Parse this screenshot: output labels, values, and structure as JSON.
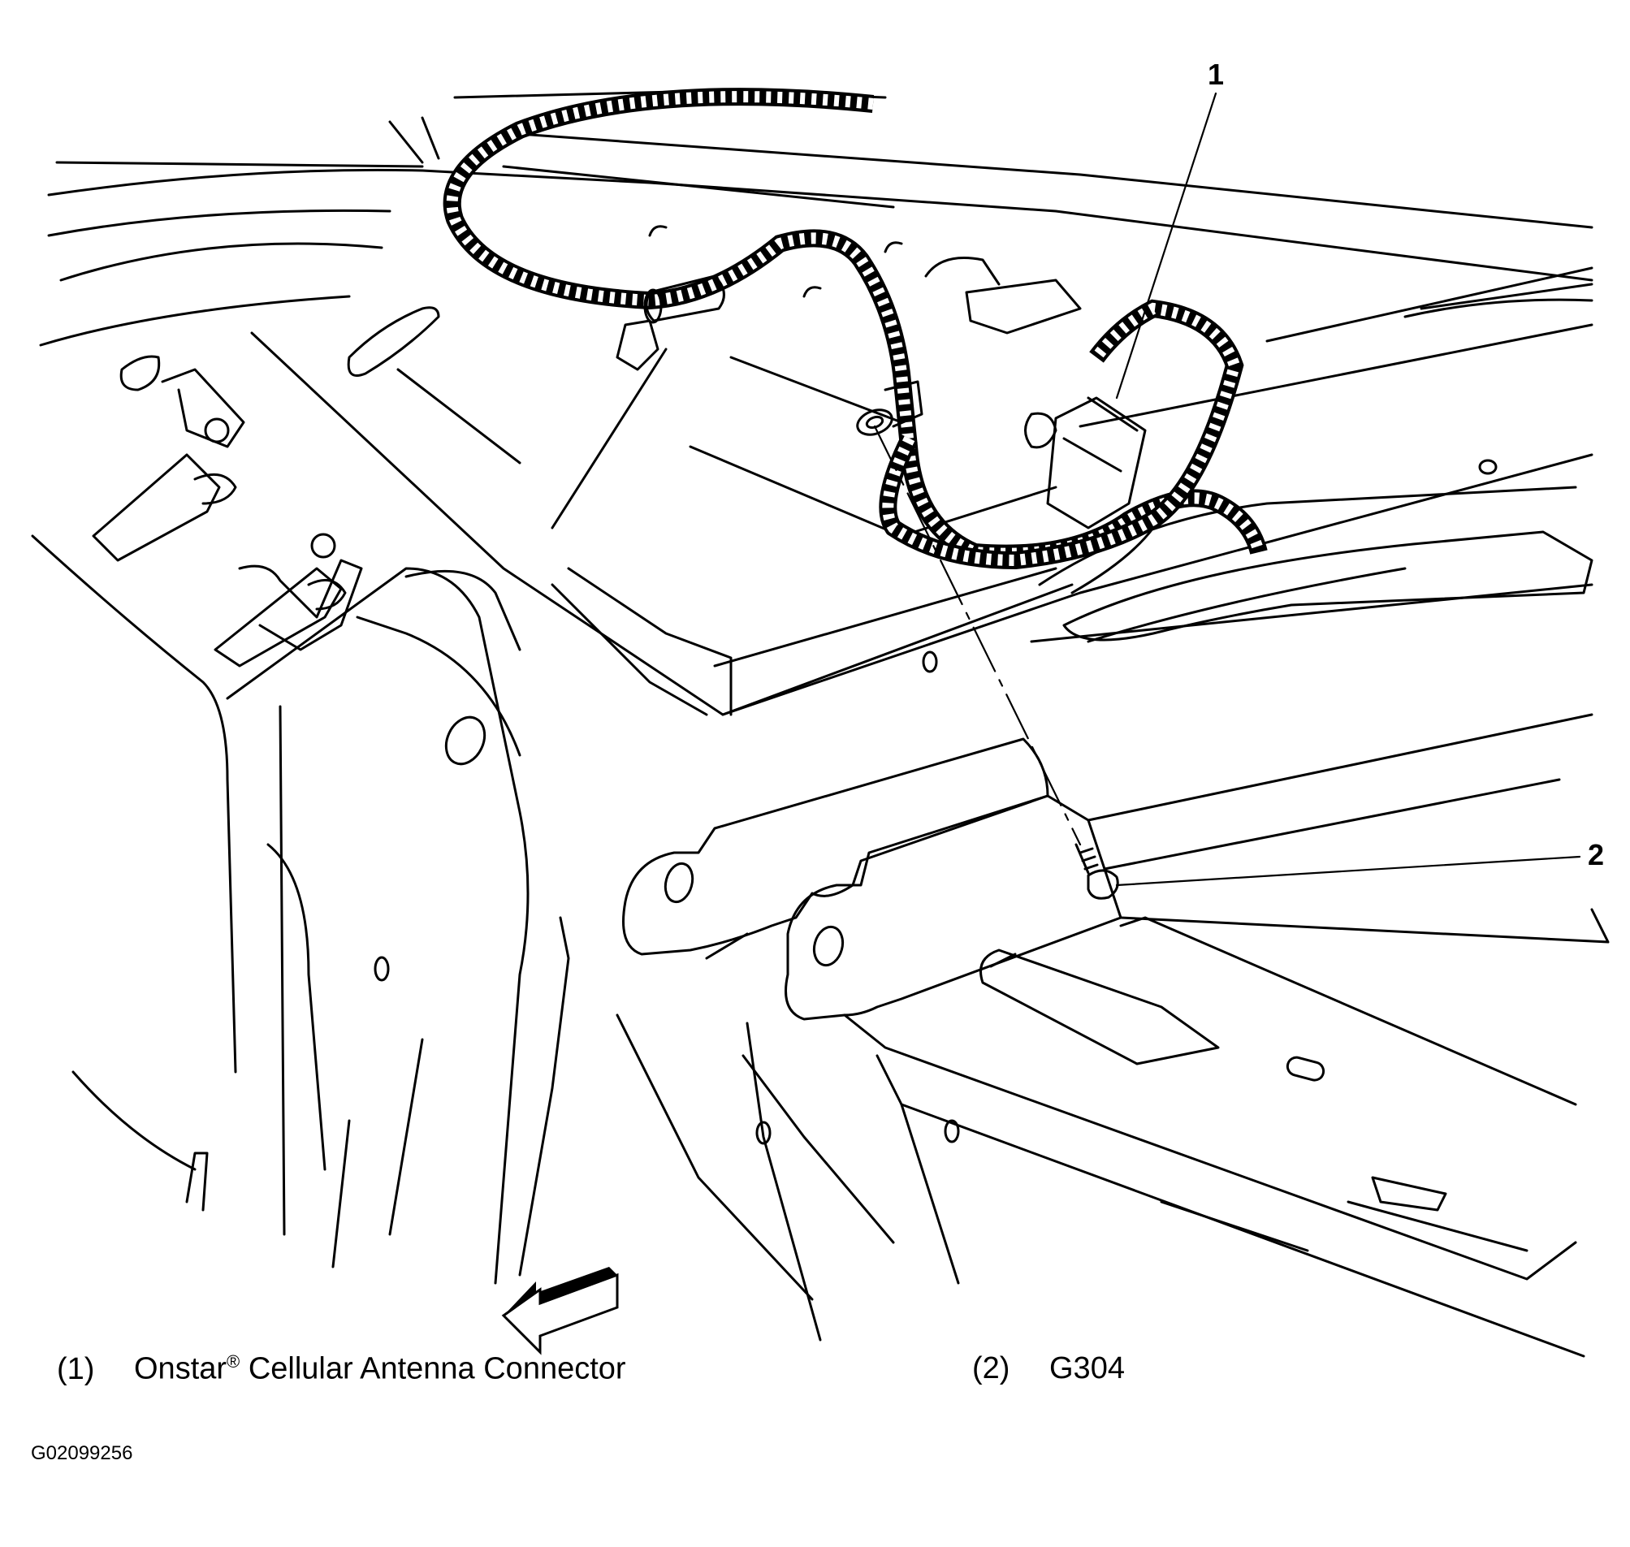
{
  "callouts": {
    "c1": "1",
    "c2": "2"
  },
  "legend": [
    {
      "num": "(1)",
      "text": "Onstar",
      "mark": "®",
      "text_after": " Cellular Antenna Connector"
    },
    {
      "num": "(2)",
      "text": "G304"
    }
  ],
  "figure_id": "G02099256"
}
